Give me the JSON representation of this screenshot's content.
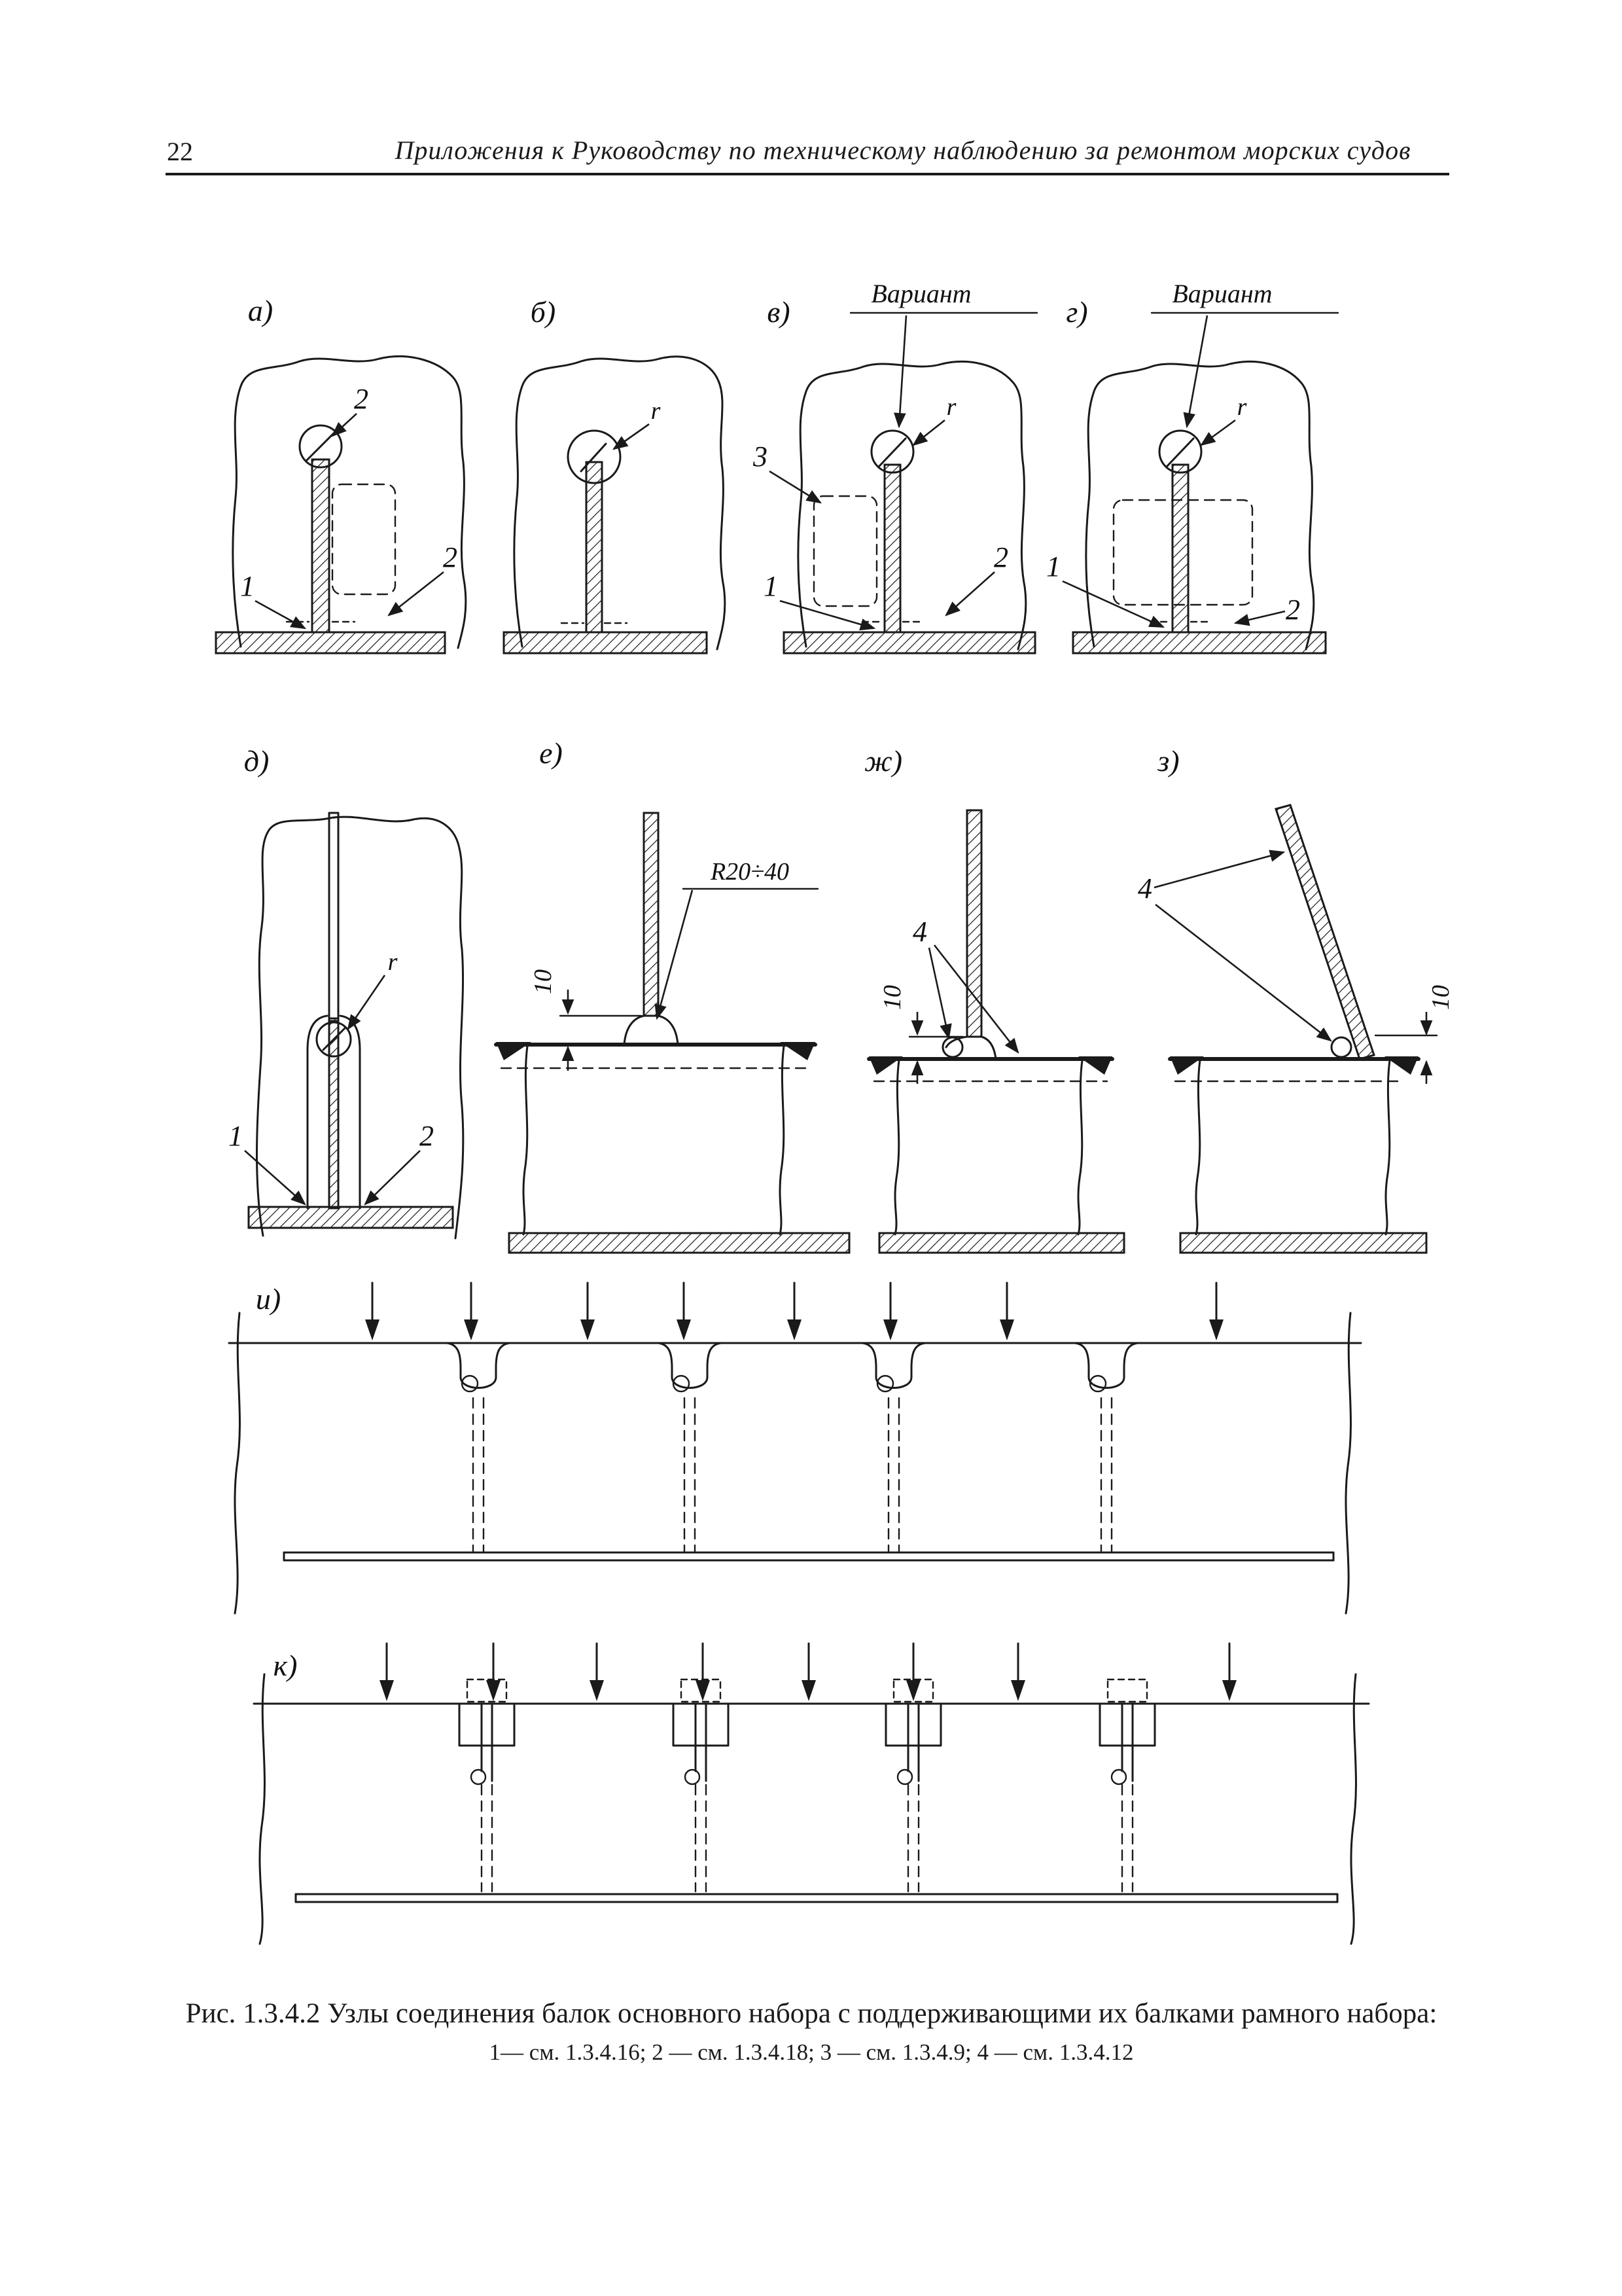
{
  "page": {
    "number": "22",
    "header": "Приложения  к Руководству по техническому наблюдению за ремонтом морских судов"
  },
  "colors": {
    "ink": "#1a1a1a",
    "paper": "#ffffff"
  },
  "figure": {
    "caption": "Рис. 1.3.4.2 Узлы соединения балок основного набора с поддерживающими их балками рамного набора:",
    "legend": "1— см. 1.3.4.16; 2 — см. 1.3.4.18; 3 — см. 1.3.4.9; 4 — см. 1.3.4.12",
    "panels": {
      "a": {
        "label": "а)",
        "ref_top": "2",
        "ref_left": "1",
        "ref_right": "2"
      },
      "b": {
        "label": "б)",
        "radius": "r"
      },
      "v": {
        "label": "в)",
        "variant": "Вариант",
        "radius": "r",
        "ref_bracket": "3",
        "ref_left": "1",
        "ref_right": "2"
      },
      "g": {
        "label": "г)",
        "variant": "Вариант",
        "radius": "r",
        "ref_left": "1",
        "ref_right": "2"
      },
      "d": {
        "label": "д)",
        "radius": "r",
        "ref_left": "1",
        "ref_right": "2"
      },
      "e": {
        "label": "е)",
        "weld_radius": "R20÷40",
        "gap": "10"
      },
      "zh": {
        "label": "ж)",
        "ref_weld": "4",
        "gap": "10"
      },
      "z": {
        "label": "з)",
        "ref_weld": "4",
        "gap": "10"
      },
      "i": {
        "label": "и)"
      },
      "k": {
        "label": "к)"
      }
    }
  }
}
